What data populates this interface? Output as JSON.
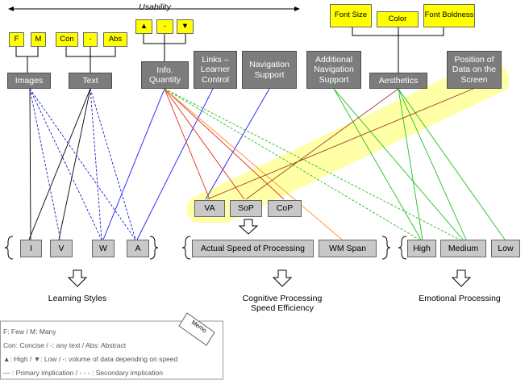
{
  "usability_label": "Usability",
  "attributes": {
    "images": "Images",
    "text": "Text",
    "info_quantity": "Info. Quantity",
    "links": "Links – Learner Control",
    "navigation_support": "Navigation Support",
    "additional_navigation_support": "Additional Navigation Support",
    "aesthetics": "Aesthetics",
    "position_of_data": "Position of Data on the Screen"
  },
  "sub_attributes": {
    "f": "F",
    "m": "M",
    "con": "Con",
    "dash": "-",
    "abs": "Abs",
    "up": "▲",
    "mid": "-",
    "down": "▼",
    "font_size": "Font Size",
    "color": "Color",
    "font_boldness": "Font Boldness"
  },
  "cognitive_sub": {
    "va": "VA",
    "sop": "SoP",
    "cop": "CoP"
  },
  "learning_style_boxes": [
    "I",
    "V",
    "W",
    "A"
  ],
  "cognitive_boxes": [
    "Actual Speed of Processing",
    "WM Span"
  ],
  "emotional_boxes": [
    "High",
    "Medium",
    "Low"
  ],
  "group_labels": {
    "learning": "Learning Styles",
    "cognitive": "Cognitive Processing Speed Efficiency",
    "emotional": "Emotional Processing"
  },
  "memo": {
    "tag": "Memo",
    "lines": [
      "F: Few / M: Many",
      "Con: Concise  /  -: any text  /  Abs: Abstract",
      "▲: High  /  ▼: Low  /  -: volume of data depending on speed",
      "— : Primary implication  /  - - - : Secondary implication"
    ]
  },
  "colors": {
    "attribute_box": "#7c7c7c",
    "target_box": "#c8c8c8",
    "sub_box": "#ffff00",
    "highlight": "#ffff99",
    "images_text_links": "#000000",
    "info_quantity_links": "#1a1aff",
    "red_links": "#e03020",
    "orange_links": "#ff9020",
    "green_links": "#20c020",
    "brown_links": "#a04020"
  }
}
